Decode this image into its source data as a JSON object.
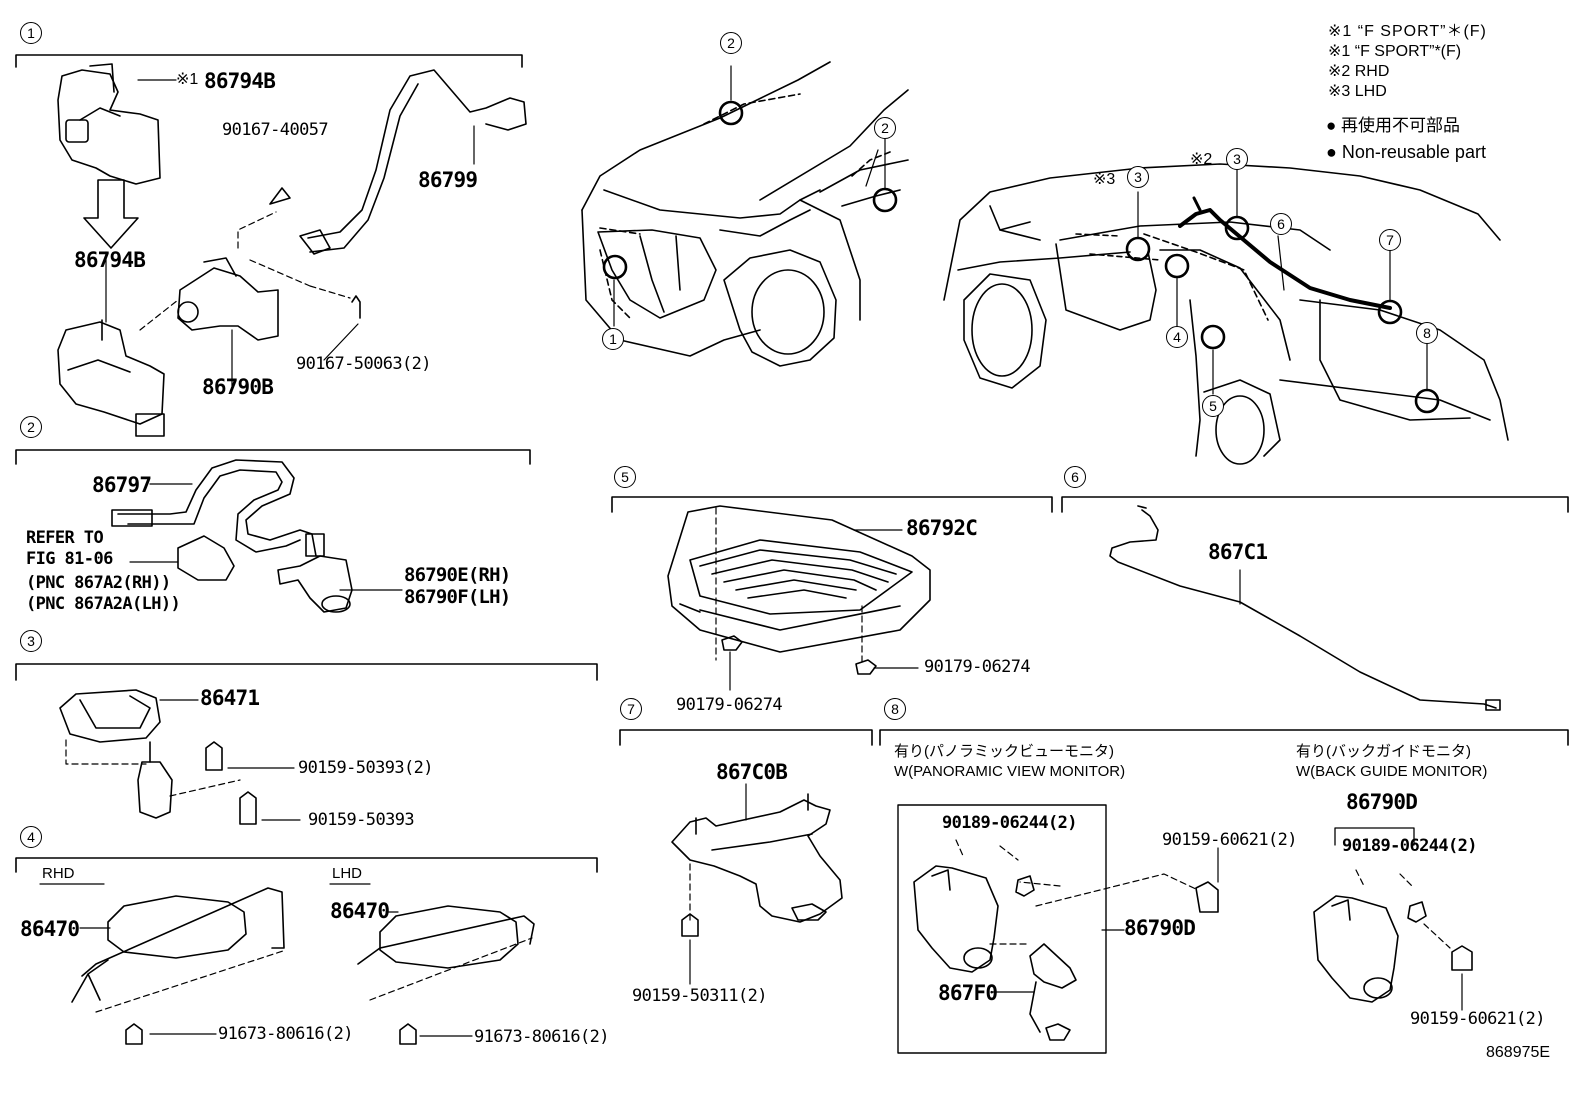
{
  "legend": {
    "note1a": "※1 “F SPORT”＊(F)",
    "note1b": "※1 “F SPORT”*(F)",
    "note2": "※2 RHD",
    "note3": "※3 LHD",
    "nonreusable_jp": "● 再使用不可部品",
    "nonreusable_en": "● Non-reusable part"
  },
  "car_markers": {
    "rhd_mark": "※2",
    "lhd_mark": "※3"
  },
  "callouts": [
    "1",
    "2",
    "3",
    "4",
    "5",
    "6",
    "7",
    "8"
  ],
  "sections": {
    "s1": {
      "number": "1",
      "mark": "※1",
      "parts": [
        "86794B",
        "90167-40057",
        "86799",
        "86794B",
        "86790B",
        "90167-50063(2)"
      ]
    },
    "s2": {
      "number": "2",
      "parts": [
        "86797",
        "86790E(RH)",
        "86790F(LH)"
      ],
      "refer": [
        "REFER TO",
        "FIG 81-06",
        "(PNC 867A2(RH))",
        "(PNC 867A2A(LH))"
      ]
    },
    "s3": {
      "number": "3",
      "parts": [
        "86471",
        "90159-50393(2)",
        "90159-50393"
      ]
    },
    "s4": {
      "number": "4",
      "rhd_label": "RHD",
      "lhd_label": "LHD",
      "parts": [
        "86470",
        "91673-80616(2)",
        "86470",
        "91673-80616(2)"
      ]
    },
    "s5": {
      "number": "5",
      "parts": [
        "86792C",
        "90179-06274",
        "90179-06274"
      ]
    },
    "s6": {
      "number": "6",
      "parts": [
        "867C1"
      ]
    },
    "s7": {
      "number": "7",
      "parts": [
        "867C0B",
        "90159-50311(2)"
      ]
    },
    "s8": {
      "number": "8",
      "pvm_jp": "有り(パノラミックビューモニタ)",
      "pvm_en": "W(PANORAMIC VIEW MONITOR)",
      "bgm_jp": "有り(バックガイドモニタ)",
      "bgm_en": "W(BACK GUIDE MONITOR)",
      "parts": [
        "90189-06244(2)",
        "90159-60621(2)",
        "86790D",
        "867F0",
        "86790D",
        "90189-06244(2)",
        "90159-60621(2)"
      ]
    }
  },
  "figure_code": "868975E"
}
